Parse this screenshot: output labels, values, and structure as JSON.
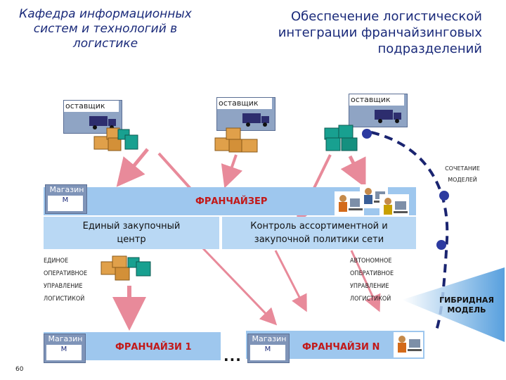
{
  "header": {
    "department": "Кафедра информационных систем и технологий в логистике",
    "title": "Обеспечение логистической интеграции франчайзинговых подразделений"
  },
  "suppliers": [
    "оставщик",
    "оставщик",
    "оставщик"
  ],
  "franchisor": {
    "store_label": "Магазин",
    "store_card": "М",
    "name": "ФРАНЧАЙЗЕР",
    "purchasing_center": "Единый закупочный центр",
    "assortment_control": "Контроль ассортиментной и закупочной политики сети"
  },
  "models": {
    "combination_line1": "СОЧЕТАНИЕ",
    "combination_line2": "МОДЕЛЕЙ",
    "single_lines": [
      "ЕДИНОЕ",
      "ОПЕРАТИВНОЕ",
      "УПРАВЛЕНИЕ",
      "ЛОГИСТИКОЙ"
    ],
    "autonomous_lines": [
      "АВТОНОМНОЕ",
      "ОПЕРАТИВНОЕ",
      "УПРАВЛЕНИЕ",
      "ЛОГИСТИКОЙ"
    ],
    "hybrid_line1": "ГИБРИДНАЯ",
    "hybrid_line2": "МОДЕЛЬ"
  },
  "franchisees": {
    "store_label": "Магазин",
    "store_card": "М",
    "first": "ФРАНЧАЙЗИ 1",
    "ellipsis": "...",
    "last": "ФРАНЧАЙЗИ N"
  },
  "page_number": "60",
  "colors": {
    "band": "#9ec7ee",
    "arrow": "#e88a9a",
    "accent_red": "#c21818",
    "dash_navy": "#1a2470",
    "hybrid_cone": "#3a8fd8"
  }
}
